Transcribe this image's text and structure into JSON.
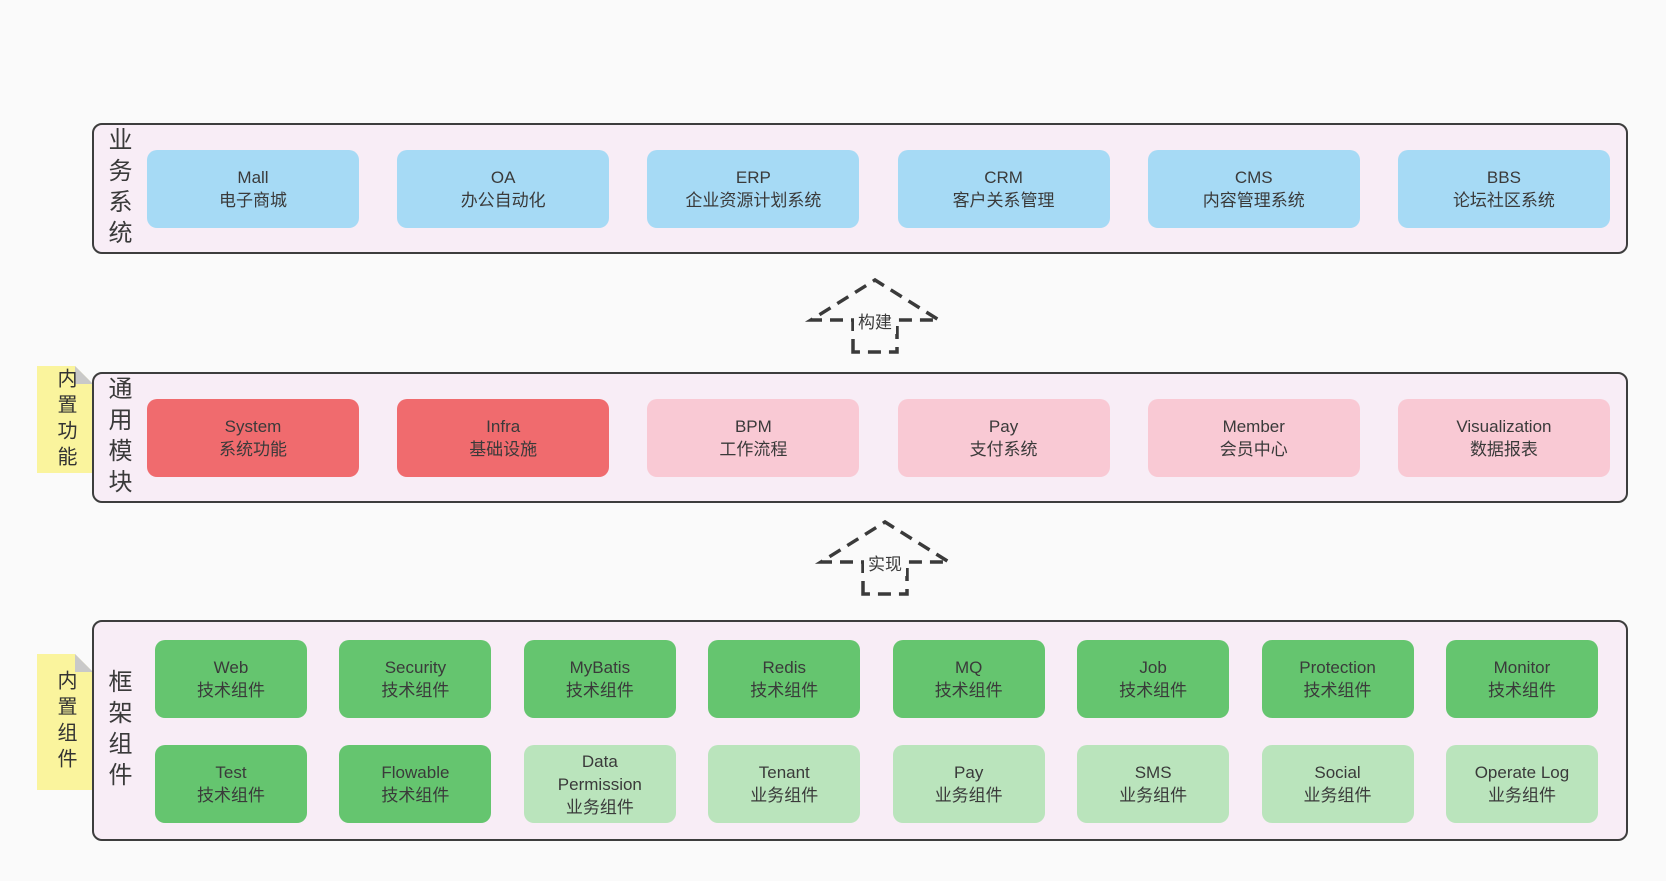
{
  "colors": {
    "page-bg": "#fafafa",
    "panel-bg": "#f8edf6",
    "panel-border": "#3d3d3d",
    "text": "#3a3a3a",
    "blue": "#a6daf5",
    "red": "#f06b6e",
    "pink": "#f9c9d4",
    "green": "#65c56f",
    "light-green": "#bae4bc",
    "note-yellow": "#faf49d",
    "note-fold": "#c9c9c9",
    "arrow": "#3a3a3a"
  },
  "panels": {
    "business": {
      "label": "业务系统",
      "boxes": [
        {
          "name": "Mall",
          "subtitle": "电子商城"
        },
        {
          "name": "OA",
          "subtitle": "办公自动化"
        },
        {
          "name": "ERP",
          "subtitle": "企业资源计划系统"
        },
        {
          "name": "CRM",
          "subtitle": "客户关系管理"
        },
        {
          "name": "CMS",
          "subtitle": "内容管理系统"
        },
        {
          "name": "BBS",
          "subtitle": "论坛社区系统"
        }
      ]
    },
    "modules": {
      "label": "通用模块",
      "note": "内置功能",
      "boxes": [
        {
          "name": "System",
          "subtitle": "系统功能"
        },
        {
          "name": "Infra",
          "subtitle": "基础设施"
        },
        {
          "name": "BPM",
          "subtitle": "工作流程"
        },
        {
          "name": "Pay",
          "subtitle": "支付系统"
        },
        {
          "name": "Member",
          "subtitle": "会员中心"
        },
        {
          "name": "Visualization",
          "subtitle": "数据报表"
        }
      ]
    },
    "framework": {
      "label": "框架组件",
      "note": "内置组件",
      "row1": [
        {
          "name": "Web",
          "subtitle": "技术组件"
        },
        {
          "name": "Security",
          "subtitle": "技术组件"
        },
        {
          "name": "MyBatis",
          "subtitle": "技术组件"
        },
        {
          "name": "Redis",
          "subtitle": "技术组件"
        },
        {
          "name": "MQ",
          "subtitle": "技术组件"
        },
        {
          "name": "Job",
          "subtitle": "技术组件"
        },
        {
          "name": "Protection",
          "subtitle": "技术组件"
        },
        {
          "name": "Monitor",
          "subtitle": "技术组件"
        }
      ],
      "row2": [
        {
          "name": "Test",
          "subtitle": "技术组件"
        },
        {
          "name": "Flowable",
          "subtitle": "技术组件"
        },
        {
          "name": "Data Permission",
          "subtitle": "业务组件"
        },
        {
          "name": "Tenant",
          "subtitle": "业务组件"
        },
        {
          "name": "Pay",
          "subtitle": "业务组件"
        },
        {
          "name": "SMS",
          "subtitle": "业务组件"
        },
        {
          "name": "Social",
          "subtitle": "业务组件"
        },
        {
          "name": "Operate Log",
          "subtitle": "业务组件"
        }
      ]
    }
  },
  "arrows": [
    {
      "label": "构建"
    },
    {
      "label": "实现"
    }
  ]
}
